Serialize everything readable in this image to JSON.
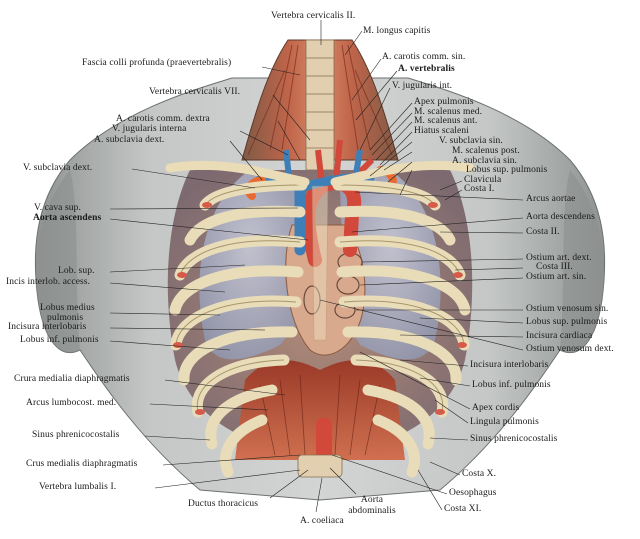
{
  "figure": {
    "description_colors": {
      "background": "#ffffff",
      "skin": "#b9bcbc",
      "bone": "#ece0c0",
      "lung": "#a9aec4",
      "artery": "#d2483a",
      "vein": "#3f7fb8",
      "muscle": "#b8503a"
    },
    "labels": {
      "top": {
        "vertebra_cervicalis_ii": "Vertebra cervicalis II.",
        "m_longus_capitis": "M. longus capitis",
        "fascia_colli_profunda": "Fascia colli profunda (praevertebralis)",
        "a_carotis_comm_sin": "A. carotis comm. sin.",
        "a_vertebralis": "A. vertebralis",
        "vertebra_cervicalis_vii": "Vertebra cervicalis VII.",
        "v_jugularis_int": "V. jugularis int."
      },
      "left": {
        "a_carotis_comm_dextra": "A. carotis comm. dextra",
        "v_jugularis_interna": "V. jugularis interna",
        "a_subclavia_dext": "A. subclavia dext.",
        "v_subclavia_dext": "V. subclavia dext.",
        "v_cava_sup": "V. cava sup.",
        "aorta_ascendens": "Aorta ascendens",
        "lob_sup": "Lob. sup.",
        "incis_interlob_access": "Incis interlob. access.",
        "lobus_medius": "Lobus medius",
        "pulmonis": "pulmonis",
        "incisura_interlobaris": "Incisura interlobaris",
        "lobus_inf_pulmonis": "Lobus inf. pulmonis",
        "crura_medialia_diaphragmatis": "Crura medialia diaphragmatis",
        "arcus_lumbocost_med": "Arcus lumbocost. med.",
        "sinus_phrenicocostalis": "Sinus phrenicocostalis",
        "crus_medialis_diaphragmatis": "Crus medialis diaphragmatis",
        "vertebra_lumbalis_i": "Vertebra lumbalis I."
      },
      "right": {
        "apex_pulmonis": "Apex pulmonis",
        "m_scalenus_med": "M. scalenus med.",
        "m_scalenus_ant": "M. scalenus ant.",
        "hiatus_scaleni": "Hiatus scaleni",
        "v_subclavia_sin": "V. subclavia sin.",
        "m_scalenus_post": "M. scalenus post.",
        "a_subclavia_sin": "A. subclavia sin.",
        "lobus_sup_pulmonis_top": "Lobus sup. pulmonis",
        "clavicula": "Clavicula",
        "costa_i": "Costa I.",
        "arcus_aortae": "Arcus aortae",
        "aorta_descendens": "Aorta descendens",
        "costa_ii": "Costa II.",
        "ostium_art_dext": "Ostium art. dext.",
        "costa_iii": "Costa III.",
        "ostium_art_sin": "Ostium art. sin.",
        "ostium_venosum_sin": "Ostium venosum sin.",
        "lobus_sup_pulmonis": "Lobus sup. pulmonis",
        "incisura_cardiaca": "Incisura cardiaca",
        "ostium_venosum_dext": "Ostium venosum dext.",
        "incisura_interlobaris": "Incisura interlobaris",
        "lobus_inf_pulmonis": "Lobus inf. pulmonis",
        "apex_cordis": "Apex cordis",
        "lingula_pulmonis": "Lingula pulmonis",
        "sinus_phrenicocostalis": "Sinus phrenicocostalis",
        "costa_x": "Costa X.",
        "oesophagus": "Oesophagus",
        "costa_xi": "Costa XI."
      },
      "bottom": {
        "ductus_thoracicus": "Ductus thoracicus",
        "aorta_abdominalis": "Aorta abdominalis",
        "a_coeliaca": "A. coeliaca"
      }
    }
  }
}
